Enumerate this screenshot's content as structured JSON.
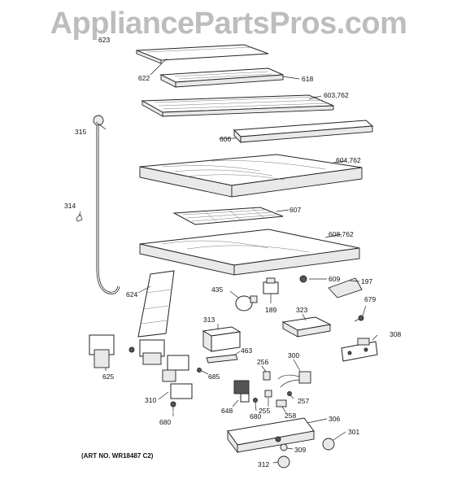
{
  "watermark": "AppliancePartsPros.com",
  "art_number": "(ART NO. WR18487 C2)",
  "parts": [
    {
      "id": "623",
      "label": "623"
    },
    {
      "id": "622",
      "label": "622"
    },
    {
      "id": "618",
      "label": "618"
    },
    {
      "id": "603",
      "label": "603,762"
    },
    {
      "id": "315",
      "label": "315"
    },
    {
      "id": "606",
      "label": "606"
    },
    {
      "id": "604",
      "label": "604,762"
    },
    {
      "id": "314",
      "label": "314"
    },
    {
      "id": "607",
      "label": "607"
    },
    {
      "id": "608",
      "label": "608,762"
    },
    {
      "id": "624",
      "label": "624"
    },
    {
      "id": "609",
      "label": "609"
    },
    {
      "id": "197",
      "label": "197"
    },
    {
      "id": "435",
      "label": "435"
    },
    {
      "id": "189",
      "label": "189"
    },
    {
      "id": "323",
      "label": "323"
    },
    {
      "id": "679",
      "label": "679"
    },
    {
      "id": "313",
      "label": "313"
    },
    {
      "id": "308",
      "label": "308"
    },
    {
      "id": "463",
      "label": "463"
    },
    {
      "id": "300",
      "label": "300"
    },
    {
      "id": "256",
      "label": "256"
    },
    {
      "id": "685",
      "label": "685"
    },
    {
      "id": "625",
      "label": "625"
    },
    {
      "id": "310",
      "label": "310"
    },
    {
      "id": "257",
      "label": "257"
    },
    {
      "id": "648",
      "label": "648"
    },
    {
      "id": "680a",
      "label": "680"
    },
    {
      "id": "255",
      "label": "255"
    },
    {
      "id": "258",
      "label": "258"
    },
    {
      "id": "306",
      "label": "306"
    },
    {
      "id": "680b",
      "label": "680"
    },
    {
      "id": "301",
      "label": "301"
    },
    {
      "id": "309",
      "label": "309"
    },
    {
      "id": "312",
      "label": "312"
    }
  ]
}
